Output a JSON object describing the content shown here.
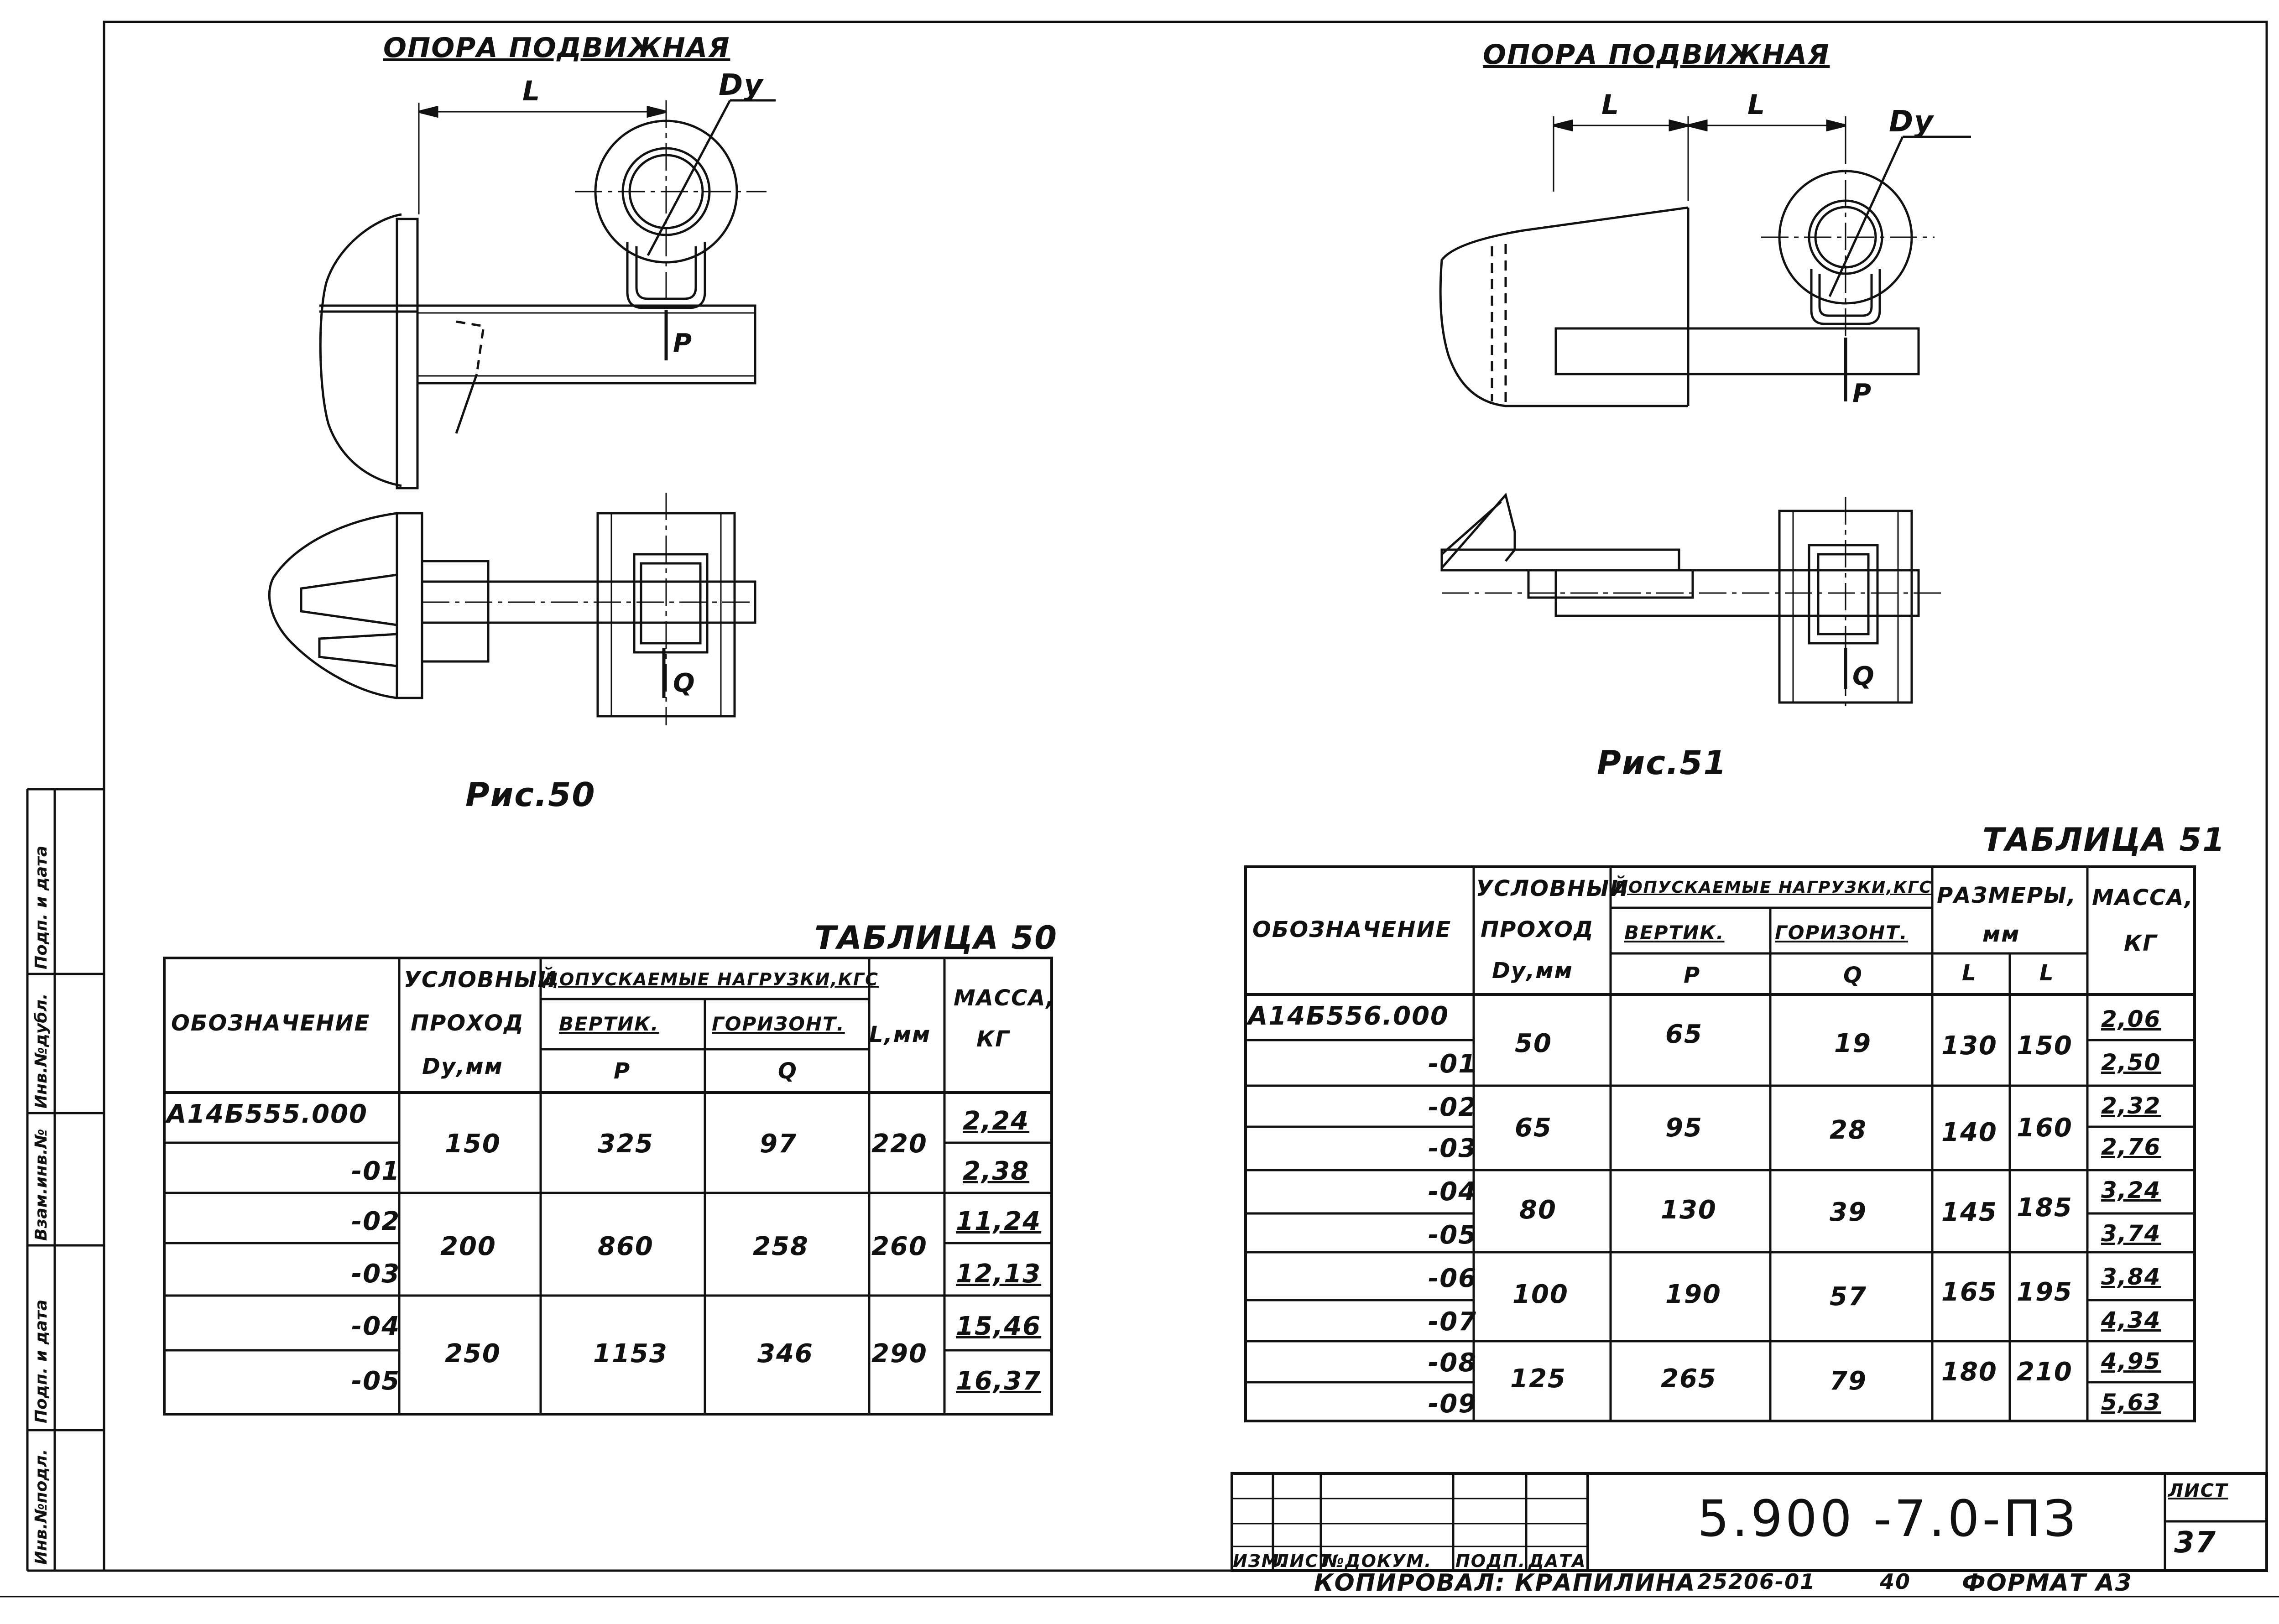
{
  "fig50": {
    "title": "ОПОРА ПОДВИЖНАЯ",
    "caption": "Рис.50",
    "labels": {
      "L": "L",
      "Dy": "Dу",
      "P": "P",
      "Q": "Q"
    }
  },
  "fig51": {
    "title": "ОПОРА ПОДВИЖНАЯ",
    "caption": "Рис.51",
    "labels": {
      "L1": "L",
      "L2": "L",
      "Dy": "Dу",
      "P": "P",
      "Q": "Q"
    }
  },
  "table50": {
    "caption": "ТАБЛИЦА 50",
    "headers": {
      "designation": "ОБОЗНАЧЕНИЕ",
      "bore": [
        "УСЛОВНЫЙ",
        "ПРОХОД",
        "Dу,мм"
      ],
      "loads": "ДОПУСКАЕМЫЕ НАГРУЗКИ,КГС",
      "vert": "ВЕРТИК.",
      "horiz": "ГОРИЗОНТ.",
      "P": "P",
      "Q": "Q",
      "L": "L,мм",
      "mass": [
        "МАССА,",
        "КГ"
      ]
    },
    "rows": [
      {
        "designation": "А14Б555.000",
        "mass": "2,24"
      },
      {
        "designation": "-01",
        "mass": "2,38"
      },
      {
        "designation": "-02",
        "mass": "11,24"
      },
      {
        "designation": "-03",
        "mass": "12,13"
      },
      {
        "designation": "-04",
        "mass": "15,46"
      },
      {
        "designation": "-05",
        "mass": "16,37"
      }
    ],
    "groups": [
      {
        "bore": "150",
        "P": "325",
        "Q": "97",
        "L": "220"
      },
      {
        "bore": "200",
        "P": "860",
        "Q": "258",
        "L": "260"
      },
      {
        "bore": "250",
        "P": "1153",
        "Q": "346",
        "L": "290"
      }
    ]
  },
  "table51": {
    "caption": "ТАБЛИЦА 51",
    "headers": {
      "designation": "ОБОЗНАЧЕНИЕ",
      "bore": [
        "УСЛОВНЫЙ",
        "ПРОХОД",
        "Dу,мм"
      ],
      "loads": "ДОПУСКАЕМЫЕ НАГРУЗКИ,КГС",
      "vert": "ВЕРТИК.",
      "horiz": "ГОРИЗОНТ.",
      "P": "P",
      "Q": "Q",
      "dims": [
        "РАЗМЕРЫ,",
        "мм"
      ],
      "L1": "L",
      "L2": "L",
      "mass": [
        "МАССА,",
        "КГ"
      ]
    },
    "rows": [
      {
        "designation": "А14Б556.000",
        "mass": "2,06"
      },
      {
        "designation": "-01",
        "mass": "2,50"
      },
      {
        "designation": "-02",
        "mass": "2,32"
      },
      {
        "designation": "-03",
        "mass": "2,76"
      },
      {
        "designation": "-04",
        "mass": "3,24"
      },
      {
        "designation": "-05",
        "mass": "3,74"
      },
      {
        "designation": "-06",
        "mass": "3,84"
      },
      {
        "designation": "-07",
        "mass": "4,34"
      },
      {
        "designation": "-08",
        "mass": "4,95"
      },
      {
        "designation": "-09",
        "mass": "5,63"
      }
    ],
    "groups": [
      {
        "bore": "50",
        "P": "65",
        "Q": "19",
        "L1": "130",
        "L2": "150"
      },
      {
        "bore": "65",
        "P": "95",
        "Q": "28",
        "L1": "140",
        "L2": "160"
      },
      {
        "bore": "80",
        "P": "130",
        "Q": "39",
        "L1": "145",
        "L2": "185"
      },
      {
        "bore": "100",
        "P": "190",
        "Q": "57",
        "L1": "165",
        "L2": "195"
      },
      {
        "bore": "125",
        "P": "265",
        "Q": "79",
        "L1": "180",
        "L2": "210"
      }
    ]
  },
  "side_stamp": {
    "inv_orig": "Инв.№подл.",
    "sign_date1": "Подп. и дата",
    "vzam": "Взам.инв.№",
    "inv_dubl": "Инв.№дубл.",
    "sign_date2": "Подп. и дата"
  },
  "title_block": {
    "doc_code": "5.900 -7.0-ПЗ",
    "sheet_label": "ЛИСТ",
    "sheet_no": "37",
    "cols": [
      "ИЗМ.",
      "ЛИСТ",
      "№ДОКУМ.",
      "ПОДП.",
      "ДАТА"
    ],
    "copied": "КОПИРОВАЛ: КРАПИЛИНА",
    "order": "25206-01",
    "copy_no": "40",
    "format": "ФОРМАТ А3"
  }
}
